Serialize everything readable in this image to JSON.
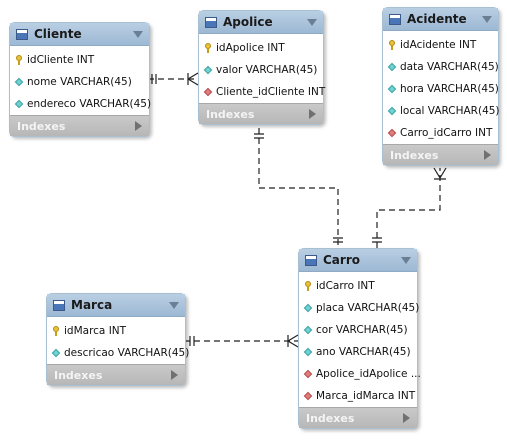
{
  "indexes_label": "Indexes",
  "colors": {
    "header": "#9db9d4",
    "footer": "#b7b7b7",
    "pk": "#e8c13a",
    "column": "#6fd3d3",
    "fk": "#e07d7d"
  },
  "tables": {
    "cliente": {
      "name": "Cliente",
      "columns": [
        {
          "text": "idCliente INT",
          "kind": "pk"
        },
        {
          "text": "nome VARCHAR(45)",
          "kind": "column"
        },
        {
          "text": "endereco VARCHAR(45)",
          "kind": "column"
        }
      ]
    },
    "apolice": {
      "name": "Apolice",
      "columns": [
        {
          "text": "idApolice INT",
          "kind": "pk"
        },
        {
          "text": "valor VARCHAR(45)",
          "kind": "column"
        },
        {
          "text": "Cliente_idCliente INT",
          "kind": "fk"
        }
      ]
    },
    "acidente": {
      "name": "Acidente",
      "columns": [
        {
          "text": "idAcidente INT",
          "kind": "pk"
        },
        {
          "text": "data VARCHAR(45)",
          "kind": "column"
        },
        {
          "text": "hora VARCHAR(45)",
          "kind": "column"
        },
        {
          "text": "local VARCHAR(45)",
          "kind": "column"
        },
        {
          "text": "Carro_idCarro INT",
          "kind": "fk"
        }
      ]
    },
    "carro": {
      "name": "Carro",
      "columns": [
        {
          "text": "idCarro INT",
          "kind": "pk"
        },
        {
          "text": "placa VARCHAR(45)",
          "kind": "column"
        },
        {
          "text": "cor VARCHAR(45)",
          "kind": "column"
        },
        {
          "text": "ano VARCHAR(45)",
          "kind": "column"
        },
        {
          "text": "Apolice_idApolice ...",
          "kind": "fk"
        },
        {
          "text": "Marca_idMarca INT",
          "kind": "fk"
        }
      ]
    },
    "marca": {
      "name": "Marca",
      "columns": [
        {
          "text": "idMarca INT",
          "kind": "pk"
        },
        {
          "text": "descricao VARCHAR(45)",
          "kind": "column"
        }
      ]
    }
  }
}
